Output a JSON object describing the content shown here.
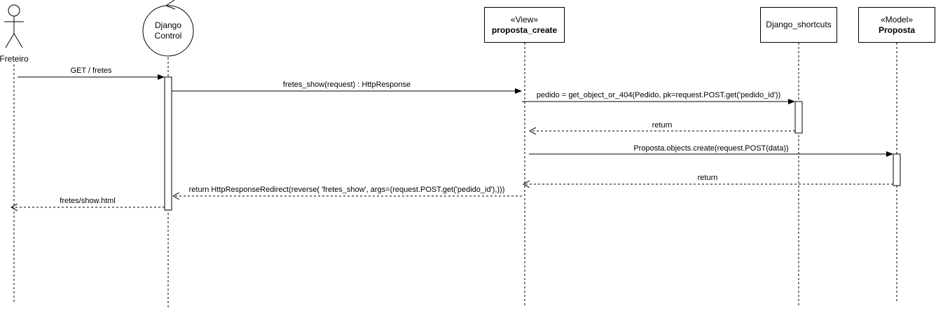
{
  "participants": {
    "actor": {
      "name": "Freteiro"
    },
    "control": {
      "name_line1": "Django",
      "name_line2": "Control"
    },
    "view": {
      "stereotype": "«View»",
      "name": "proposta_create"
    },
    "shortcuts": {
      "name": "Django_shortcuts"
    },
    "model": {
      "stereotype": "«Model»",
      "name": "Proposta"
    }
  },
  "messages": [
    {
      "label": "GET / fretes",
      "style": "sync"
    },
    {
      "label": "fretes_show(request) : HttpResponse",
      "style": "sync"
    },
    {
      "label": "pedido = get_object_or_404(Pedido, pk=request.POST.get('pedido_id'))",
      "style": "sync"
    },
    {
      "label": "return",
      "style": "return"
    },
    {
      "label": "Proposta.objects.create(request.POST(data))",
      "style": "sync"
    },
    {
      "label": "return",
      "style": "return"
    },
    {
      "label": "return HttpResponseRedirect(reverse( 'fretes_show', args=(request.POST.get('pedido_id'),)))",
      "style": "return"
    },
    {
      "label": "fretes/show.html",
      "style": "return"
    }
  ]
}
